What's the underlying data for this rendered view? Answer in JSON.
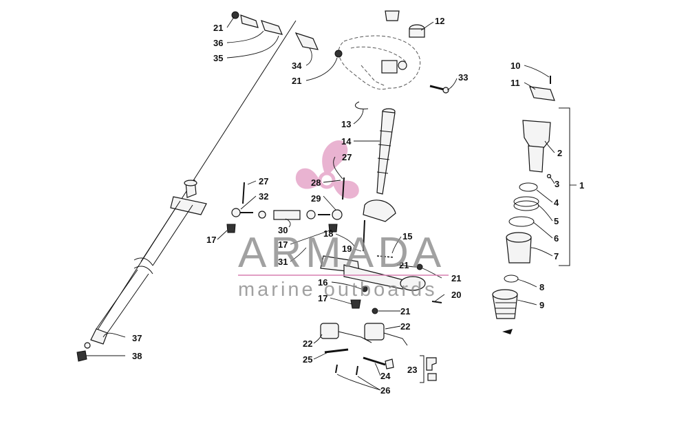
{
  "callouts": {
    "c1": "1",
    "c2": "2",
    "c3": "3",
    "c4": "4",
    "c5": "5",
    "c6": "6",
    "c7": "7",
    "c8": "8",
    "c9": "9",
    "c10": "10",
    "c11": "11",
    "c12": "12",
    "c13": "13",
    "c14": "14",
    "c15": "15",
    "c16": "16",
    "c17a": "17",
    "c17b": "17",
    "c17c": "17",
    "c18": "18",
    "c19": "19",
    "c20": "20",
    "c21a": "21",
    "c21b": "21",
    "c21c": "21",
    "c21d": "21",
    "c21e": "21",
    "c22a": "22",
    "c22b": "22",
    "c23": "23",
    "c24": "24",
    "c25": "25",
    "c26": "26",
    "c27a": "27",
    "c27b": "27",
    "c28": "28",
    "c29": "29",
    "c30": "30",
    "c31": "31",
    "c32": "32",
    "c33": "33",
    "c34": "34",
    "c35": "35",
    "c36": "36",
    "c37": "37",
    "c38": "38"
  },
  "watermark": {
    "brand": "ARMADA",
    "tagline": "marine outboards",
    "logo_color": "#e6a6c9",
    "text_color": "#8a8a8a",
    "rule_color": "#d77fb1"
  }
}
